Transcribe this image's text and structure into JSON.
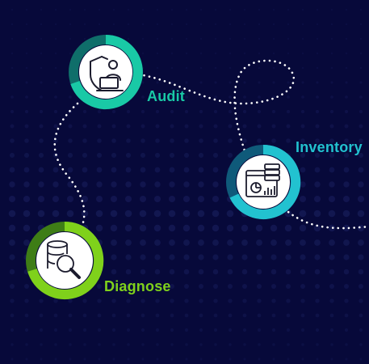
{
  "colors": {
    "background": "#07093a",
    "dot_pattern": "#151a55",
    "path": "#ffffff",
    "audit": "#19c9a6",
    "inventory": "#22c2d0",
    "diagnose": "#7fd11b",
    "icon_stroke": "#1c1c2e"
  },
  "nodes": {
    "audit": {
      "label": "Audit",
      "icon": "shield-user-laptop-icon"
    },
    "inventory": {
      "label": "Inventory",
      "icon": "server-dashboard-icon"
    },
    "diagnose": {
      "label": "Diagnose",
      "icon": "database-magnifier-icon"
    }
  }
}
